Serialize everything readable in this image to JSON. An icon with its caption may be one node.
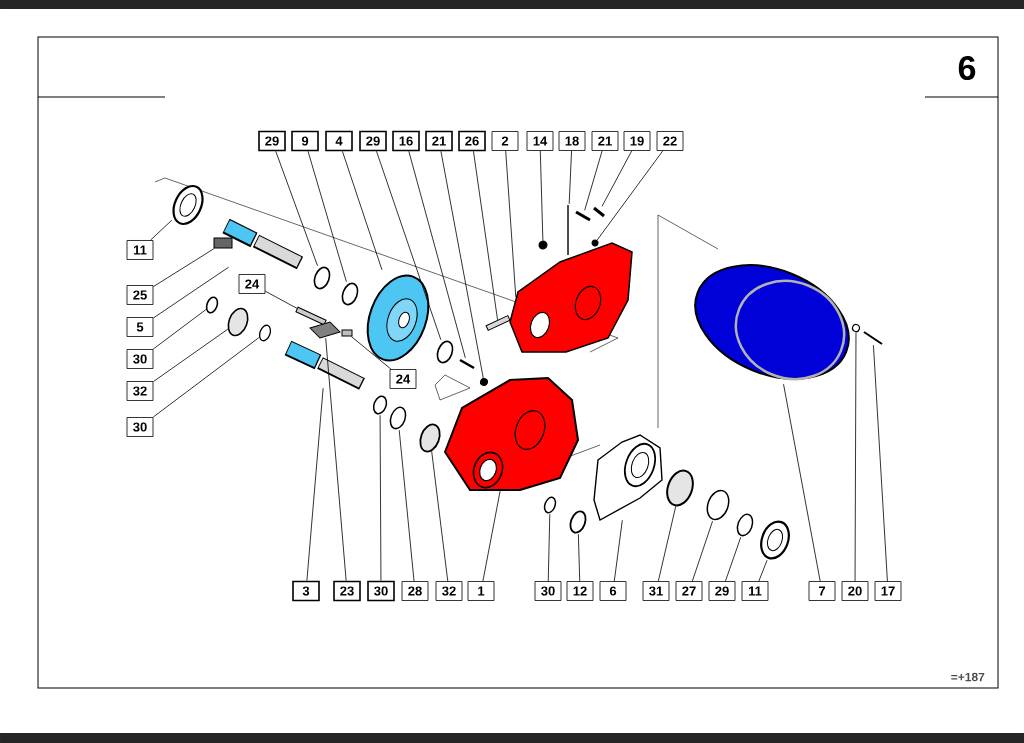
{
  "diagram": {
    "nodes": [
      {
        "text": [
          "29"
        ]
      },
      {
        "text": [
          "9"
        ]
      },
      {
        "text": [
          "4"
        ]
      },
      {
        "text": [
          "29"
        ]
      },
      {
        "text": [
          "16"
        ]
      },
      {
        "text": [
          "21"
        ]
      },
      {
        "text": [
          "26"
        ]
      },
      {
        "text": [
          "2"
        ]
      },
      {
        "text": [
          "14"
        ]
      },
      {
        "text": [
          "18"
        ]
      },
      {
        "text": [
          "21"
        ]
      },
      {
        "text": [
          "19"
        ]
      },
      {
        "text": [
          "22"
        ]
      },
      {
        "text": [
          "11"
        ]
      },
      {
        "text": [
          "25"
        ]
      },
      {
        "text": [
          "24"
        ]
      },
      {
        "text": [
          "5"
        ]
      },
      {
        "text": [
          "30"
        ]
      },
      {
        "text": [
          "32"
        ]
      },
      {
        "text": [
          "24"
        ]
      },
      {
        "text": [
          "30"
        ]
      },
      {
        "text": [
          "3"
        ]
      },
      {
        "text": [
          "23"
        ]
      },
      {
        "text": [
          "30"
        ]
      },
      {
        "text": [
          "28"
        ]
      },
      {
        "text": [
          "32"
        ]
      },
      {
        "text": [
          "1"
        ]
      },
      {
        "text": [
          "30"
        ]
      },
      {
        "text": [
          "12"
        ]
      },
      {
        "text": [
          "6"
        ]
      },
      {
        "text": [
          "31"
        ]
      },
      {
        "text": [
          "27"
        ]
      },
      {
        "text": [
          "29"
        ]
      },
      {
        "text": [
          "11"
        ]
      },
      {
        "text": [
          "7"
        ]
      },
      {
        "text": [
          "20"
        ]
      },
      {
        "text": [
          "17"
        ]
      },
      {
        "text": [],
        "shape": "picture"
      },
      {
        "text": [],
        "shape": "picture"
      },
      {
        "text": [],
        "shape": "picture"
      },
      {
        "text": [],
        "shape": "picture"
      },
      {
        "text": [],
        "shape": "picture"
      },
      {
        "text": [],
        "shape": "circle"
      },
      {
        "text": [],
        "shape": "box"
      },
      {
        "text": [],
        "shape": "picture"
      },
      {
        "text": [],
        "shape": "circle"
      },
      {
        "text": [],
        "shape": "picture"
      },
      {
        "text": [],
        "shape": "picture"
      },
      {
        "text": [],
        "shape": "picture"
      },
      {
        "text": [],
        "shape": "circle"
      },
      {
        "text": [],
        "shape": "picture"
      },
      {
        "text": [],
        "shape": "box"
      },
      {
        "text": [],
        "shape": "box"
      },
      {
        "text": [],
        "shape": "picture"
      },
      {
        "text": [],
        "shape": "picture"
      },
      {
        "text": [],
        "shape": "circle"
      },
      {
        "text": [],
        "shape": "box"
      },
      {
        "text": [],
        "shape": "picture"
      },
      {
        "text": [],
        "shape": "picture"
      },
      {
        "text": [],
        "shape": "picture"
      },
      {
        "text": [],
        "shape": "picture"
      },
      {
        "text": [],
        "shape": "picture"
      },
      {
        "text": [],
        "shape": "circle"
      },
      {
        "text": [],
        "shape": "picture"
      },
      {
        "text": [],
        "shape": "picture"
      },
      {
        "text": [],
        "shape": "picture"
      },
      {
        "text": [],
        "shape": "picture"
      },
      {
        "text": [],
        "shape": "circle"
      },
      {
        "text": [],
        "shape": "picture"
      },
      {
        "text": [],
        "shape": "picture"
      },
      {
        "text": [],
        "shape": "picture"
      },
      {
        "text": [],
        "shape": "picture"
      },
      {
        "text": [],
        "shape": "circle"
      },
      {
        "text": [],
        "shape": "picture"
      }
    ],
    "edges": [
      {
        "from": 0,
        "to": 37,
        "arrow": "none"
      },
      {
        "from": 1,
        "to": 38,
        "arrow": "none"
      },
      {
        "from": 2,
        "to": 39,
        "arrow": "none"
      },
      {
        "from": 3,
        "to": 40,
        "arrow": "none"
      },
      {
        "from": 4,
        "to": 41,
        "arrow": "none"
      },
      {
        "from": 5,
        "to": 42,
        "arrow": "none"
      },
      {
        "from": 6,
        "to": 43,
        "arrow": "none"
      },
      {
        "from": 7,
        "to": 44,
        "arrow": "none"
      },
      {
        "from": 8,
        "to": 45,
        "arrow": "none"
      },
      {
        "from": 9,
        "to": 46,
        "arrow": "none"
      },
      {
        "from": 10,
        "to": 47,
        "arrow": "none"
      },
      {
        "from": 11,
        "to": 48,
        "arrow": "none"
      },
      {
        "from": 12,
        "to": 49,
        "arrow": "none"
      },
      {
        "from": 13,
        "to": 50,
        "arrow": "none"
      },
      {
        "from": 14,
        "to": 51,
        "arrow": "none"
      },
      {
        "from": 15,
        "to": 52,
        "arrow": "none"
      },
      {
        "from": 16,
        "to": 53,
        "arrow": "none"
      },
      {
        "from": 17,
        "to": 54,
        "arrow": "none"
      },
      {
        "from": 18,
        "to": 55,
        "arrow": "none"
      },
      {
        "from": 19,
        "to": 56,
        "arrow": "none"
      },
      {
        "from": 20,
        "to": 57,
        "arrow": "none"
      },
      {
        "from": 21,
        "to": 58,
        "arrow": "none"
      },
      {
        "from": 22,
        "to": 59,
        "arrow": "none"
      },
      {
        "from": 23,
        "to": 60,
        "arrow": "none"
      },
      {
        "from": 24,
        "to": 61,
        "arrow": "none"
      },
      {
        "from": 25,
        "to": 62,
        "arrow": "none"
      },
      {
        "from": 26,
        "to": 63,
        "arrow": "none"
      },
      {
        "from": 27,
        "to": 64,
        "arrow": "none"
      },
      {
        "from": 28,
        "to": 65,
        "arrow": "none"
      },
      {
        "from": 29,
        "to": 66,
        "arrow": "none"
      },
      {
        "from": 30,
        "to": 67,
        "arrow": "none"
      },
      {
        "from": 31,
        "to": 68,
        "arrow": "none"
      },
      {
        "from": 32,
        "to": 69,
        "arrow": "none"
      },
      {
        "from": 33,
        "to": 70,
        "arrow": "none"
      },
      {
        "from": 34,
        "to": 71,
        "arrow": "none"
      },
      {
        "from": 35,
        "to": 72,
        "arrow": "none"
      },
      {
        "from": 36,
        "to": 73,
        "arrow": "none"
      }
    ],
    "labels": [
      "6",
      "=+187"
    ]
  }
}
